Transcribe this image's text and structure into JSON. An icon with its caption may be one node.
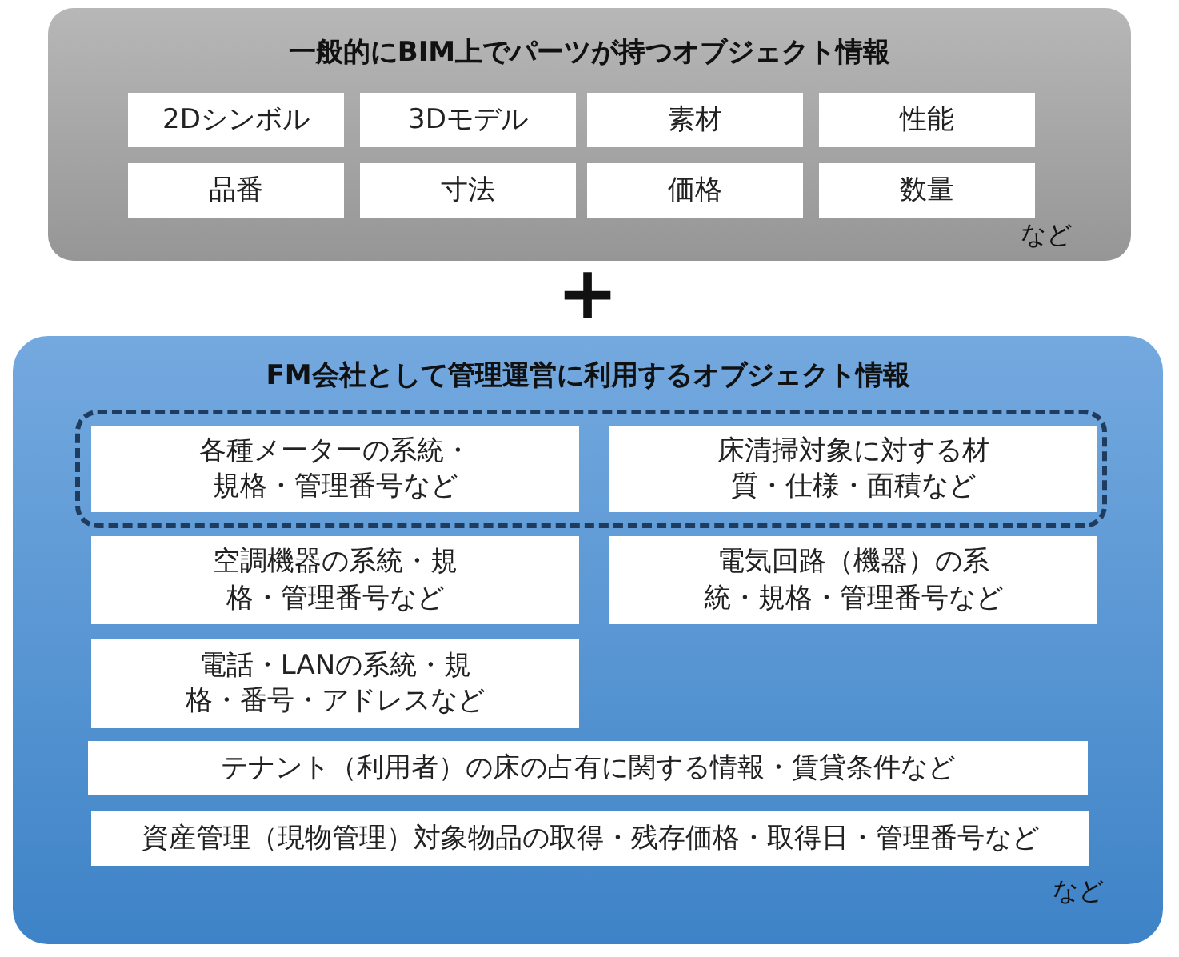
{
  "diagram": {
    "nodes": [
      {
        "text": [
          "一般的にBIM上でパーツが持つオブジェクト情報",
          "など"
        ]
      },
      {
        "text": [
          "2Dシンボル"
        ],
        "in": 0
      },
      {
        "text": [
          "3Dモデル"
        ],
        "in": 0
      },
      {
        "text": [
          "素材"
        ],
        "in": 0
      },
      {
        "text": [
          "性能"
        ],
        "in": 0
      },
      {
        "text": [
          "品番"
        ],
        "in": 0
      },
      {
        "text": [
          "寸法"
        ],
        "in": 0
      },
      {
        "text": [
          "価格"
        ],
        "in": 0
      },
      {
        "text": [
          "数量"
        ],
        "in": 0
      },
      {
        "text": [
          "FM会社として管理運営に利用するオブジェクト情報",
          "など"
        ]
      },
      {
        "text": [],
        "shape": "box",
        "in": 9
      },
      {
        "text": [
          "各種メーターの系統・規格・管理番号など"
        ],
        "in": 10
      },
      {
        "text": [
          "床清掃対象に対する材質・仕様・面積など"
        ],
        "in": 10
      },
      {
        "text": [
          "空調機器の系統・規格・管理番号など"
        ],
        "in": 9
      },
      {
        "text": [
          "電気回路（機器）の系統・規格・管理番号など"
        ],
        "in": 9
      },
      {
        "text": [
          "電話・LANの系統・規格・番号・アドレスなど"
        ],
        "in": 9
      },
      {
        "text": [
          "テナント（利用者）の床の占有に関する情報・賃貸条件など"
        ],
        "in": 9
      },
      {
        "text": [
          "資産管理（現物管理）対象物品の取得・残存価格・取得日・管理番号など"
        ],
        "in": 9
      }
    ],
    "labels": [
      "+"
    ]
  }
}
